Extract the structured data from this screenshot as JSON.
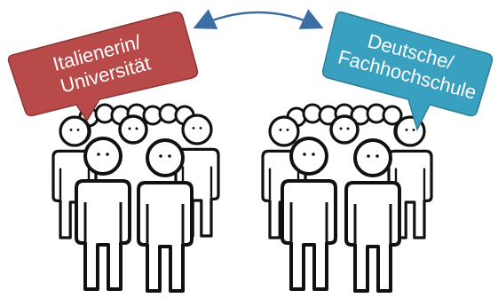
{
  "left_group": {
    "bubble_line1": "Italienerin/",
    "bubble_line2": "Universität",
    "bubble_color": "#b84a4a"
  },
  "right_group": {
    "bubble_line1": "Deutsche/",
    "bubble_line2": "Fachhochschule",
    "bubble_color": "#3aa0c0"
  },
  "connector": {
    "color": "#3a6ea5",
    "style": "double-headed-arc-arrow"
  },
  "figure_icon": "person-crowd-outline"
}
